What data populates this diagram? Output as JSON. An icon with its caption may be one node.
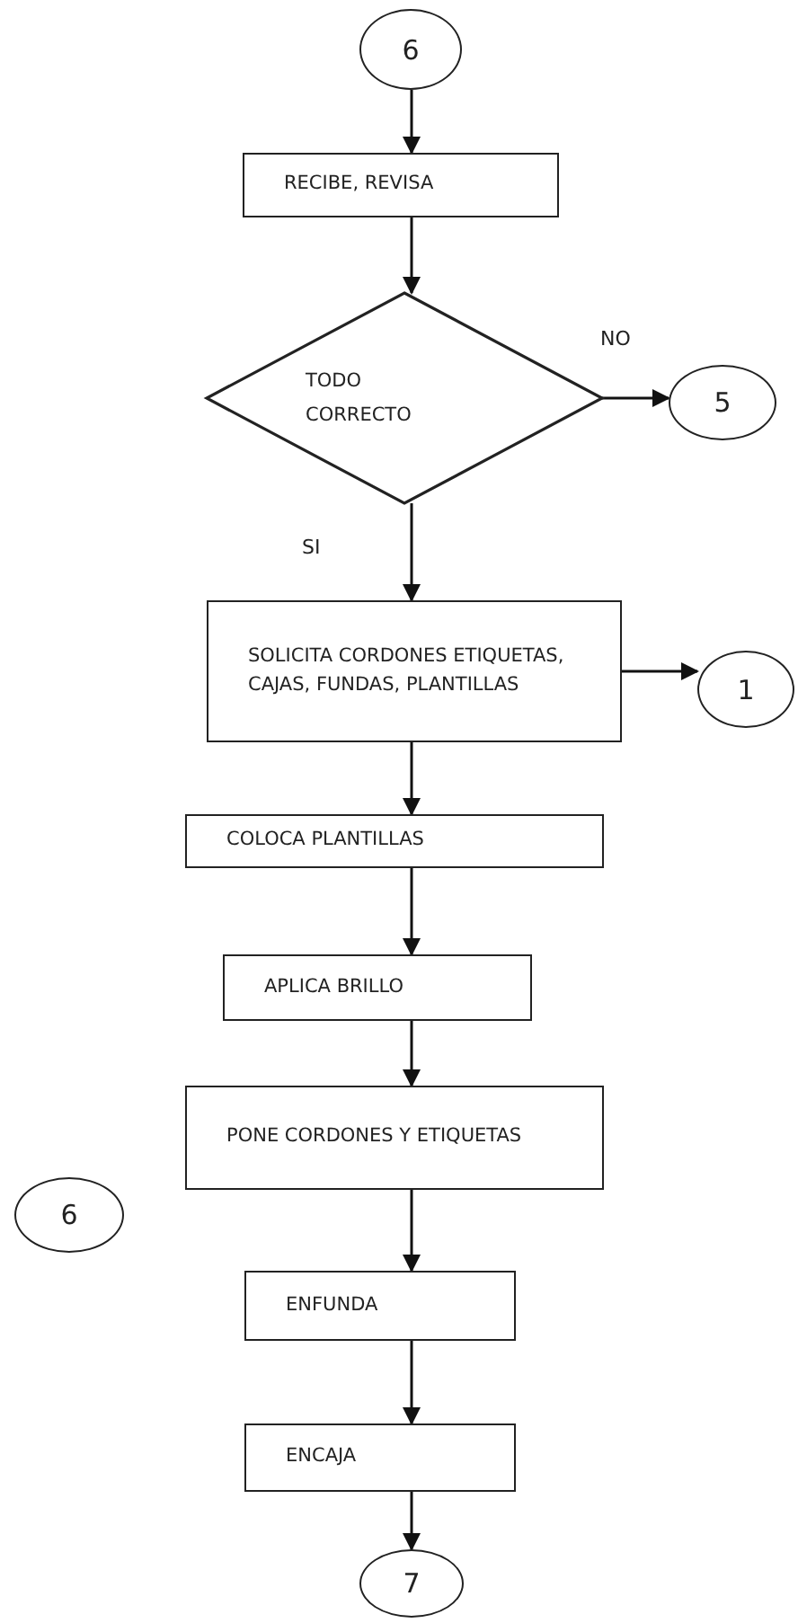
{
  "diagram": {
    "nodes": [
      {
        "text": [
          "6"
        ]
      },
      {
        "text": [
          "RECIBE, REVISA"
        ]
      },
      {
        "text": [
          "TODO CORRECTO"
        ]
      },
      {
        "text": [
          "5"
        ]
      },
      {
        "text": [
          "SOLICITA CORDONES ETIQUETAS, CAJAS, FUNDAS, PLANTILLAS"
        ]
      },
      {
        "text": [
          "1"
        ]
      },
      {
        "text": [
          "COLOCA PLANTILLAS"
        ]
      },
      {
        "text": [
          "APLICA BRILLO"
        ]
      },
      {
        "text": [
          "PONE CORDONES Y ETIQUETAS"
        ]
      },
      {
        "text": [
          "6"
        ]
      },
      {
        "text": [
          "ENFUNDA"
        ]
      },
      {
        "text": [
          "ENCAJA"
        ]
      },
      {
        "text": [
          "7"
        ]
      }
    ],
    "edges": [
      {
        "from": 0,
        "to": 1,
        "arrow": "to"
      },
      {
        "from": 1,
        "to": 2,
        "arrow": "to"
      },
      {
        "from": 2,
        "to": 3,
        "arrow": "to",
        "label": "NO"
      },
      {
        "from": 2,
        "to": 4,
        "arrow": "to",
        "label": "SI"
      },
      {
        "from": 4,
        "to": 5,
        "arrow": "to"
      },
      {
        "from": 4,
        "to": 6,
        "arrow": "to"
      },
      {
        "from": 6,
        "to": 7,
        "arrow": "to"
      },
      {
        "from": 7,
        "to": 8,
        "arrow": "to"
      },
      {
        "from": 8,
        "to": 10,
        "arrow": "to"
      },
      {
        "from": 10,
        "to": 11,
        "arrow": "to"
      },
      {
        "from": 11,
        "to": 12,
        "arrow": "to"
      }
    ]
  }
}
